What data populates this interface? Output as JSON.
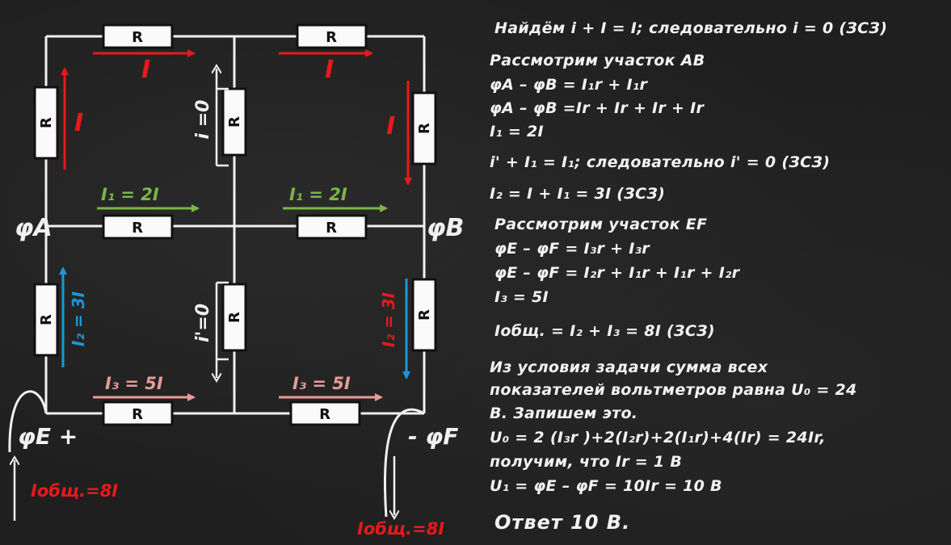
{
  "labels": {
    "resistor": "R",
    "current_I": "I",
    "i_zero": "i =0",
    "i_prime_zero": "i'=0",
    "I1": "I₁ = 2I",
    "I2": "I₂ = 3I",
    "I3": "I₃ = 5I",
    "phi_A": "φA",
    "phi_B": "φB",
    "phi_E": "φE +",
    "phi_F": "- φF",
    "I_total": "Iобщ.=8I"
  },
  "colors": {
    "wire": "#f0f0f0",
    "red": "#e8191c",
    "green": "#7ab648",
    "blue": "#1e96d8",
    "pink": "#e89a9a",
    "symmetry": "#39ff14",
    "text": "#f2f2f2"
  },
  "solution": [
    "Найдём i + I = I; следовательно i = 0 (ЗСЗ)",
    "Рассмотрим участок AB",
    "φA – φB = I₁r + I₁r",
    "φA – φB =Ir + Ir + Ir + Ir",
    "I₁ = 2I",
    "i' + I₁ = I₁; следовательно i' = 0 (ЗСЗ)",
    "I₂ = I + I₁ = 3I (ЗСЗ)",
    "Рассмотрим участок EF",
    "φE – φF = I₃r + I₃r",
    "φE – φF = I₂r + I₁r + I₁r + I₂r",
    "I₃ = 5I",
    "Iобщ. = I₂ + I₃ = 8I (ЗСЗ)",
    "Из условия задачи сумма всех",
    "показателей вольтметров равна U₀ = 24",
    "В. Запишем это.",
    "U₀ = 2 (I₃r )+2(I₂r)+2(I₁r)+4(Ir) = 24Ir,",
    "получим, что Ir = 1 В",
    "U₁ = φE – φF = 10Ir = 10 В",
    "Ответ 10 В."
  ]
}
